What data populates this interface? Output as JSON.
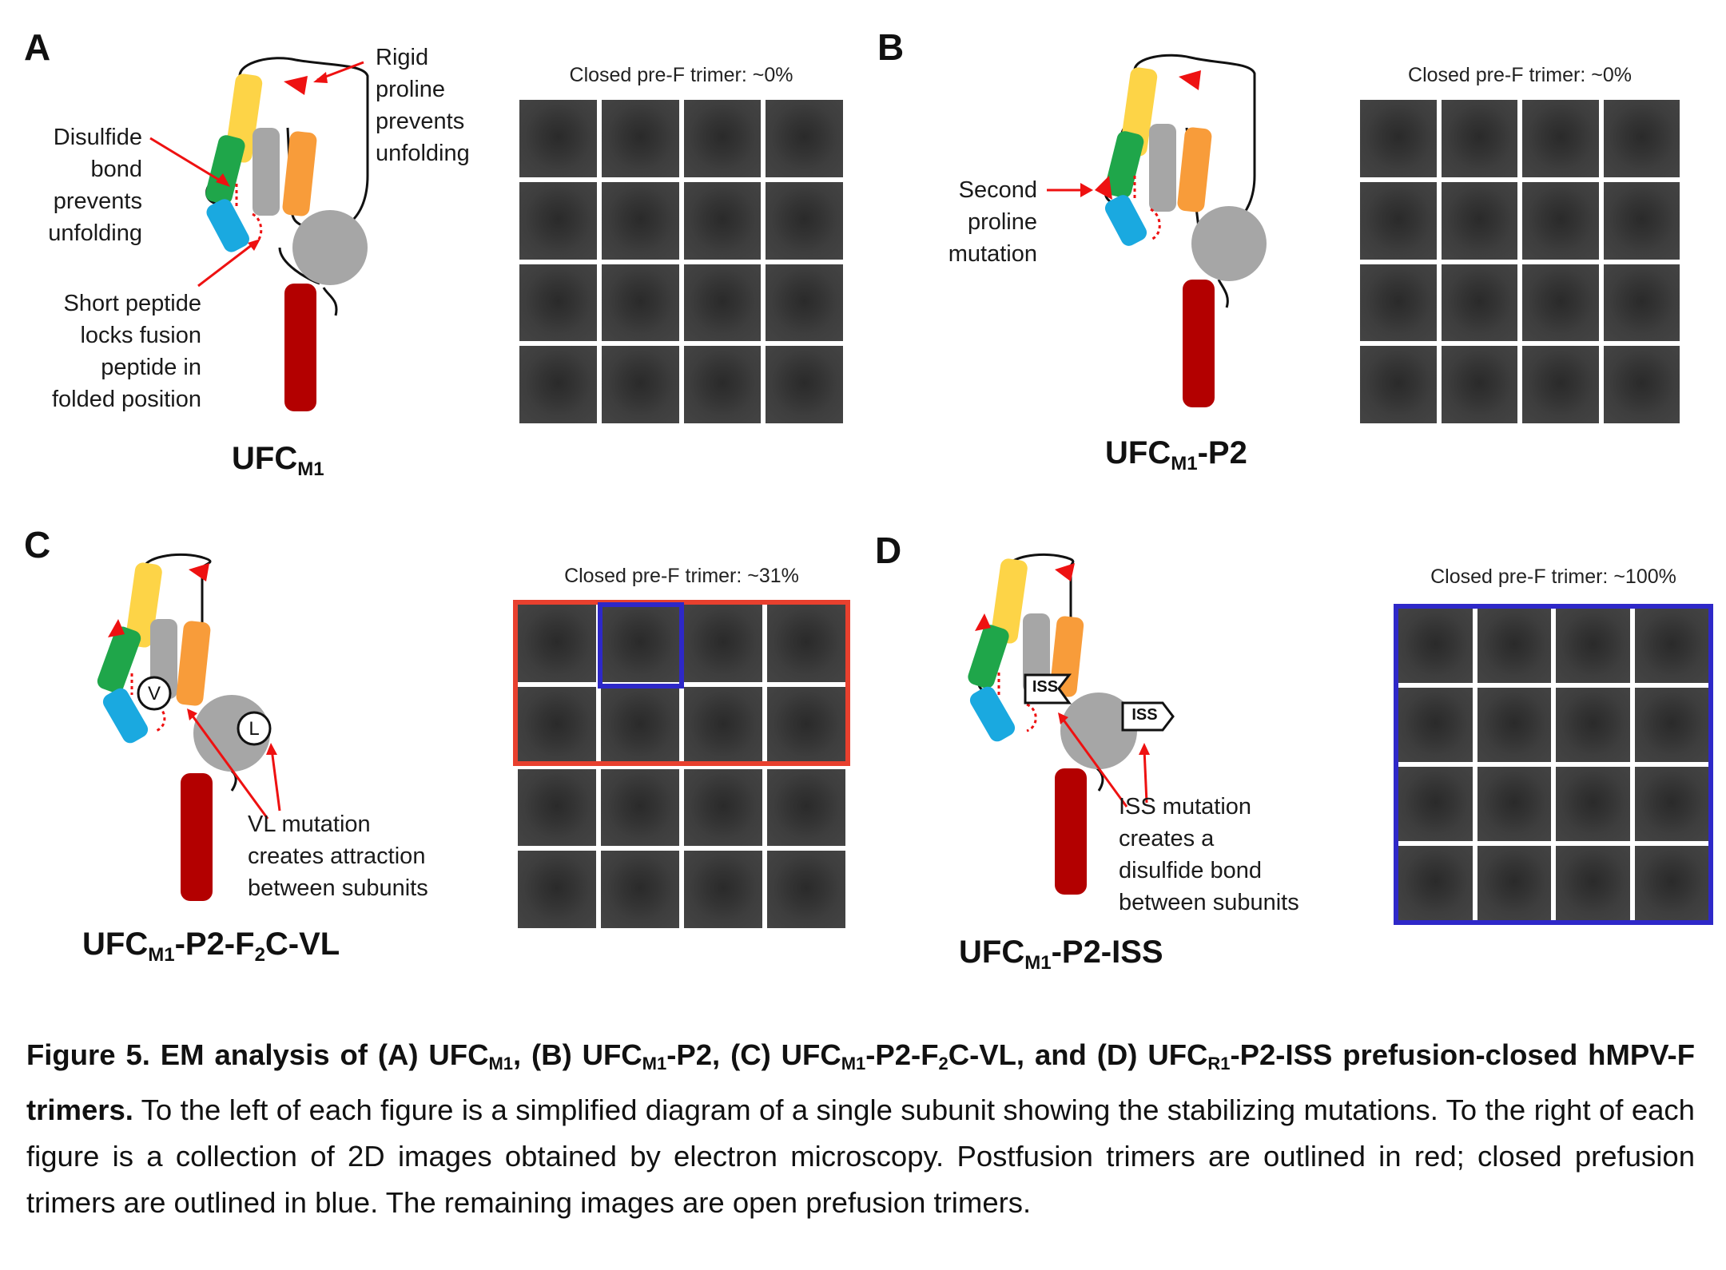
{
  "panels": {
    "A": {
      "letter": "A",
      "construct": {
        "base": "UFC",
        "sub": "M1",
        "suffix": ""
      },
      "annotations": {
        "rigid": [
          "Rigid",
          "proline",
          "prevents",
          "unfolding"
        ],
        "disulfide": [
          "Disulfide",
          "bond",
          "prevents",
          "unfolding"
        ],
        "peptide": [
          "Short peptide",
          "locks fusion",
          "peptide  in",
          "folded position"
        ]
      },
      "grid_title": "Closed pre-F trimer: ~0%"
    },
    "B": {
      "letter": "B",
      "construct": {
        "base": "UFC",
        "sub": "M1",
        "suffix": "-P2"
      },
      "annotations": {
        "proline": [
          "Second",
          "proline",
          "mutation"
        ]
      },
      "grid_title": "Closed pre-F trimer: ~0%"
    },
    "C": {
      "letter": "C",
      "construct": {
        "base": "UFC",
        "sub": "M1",
        "suffix": "-P2-F",
        "sub2": "2",
        "suffix2": "C-VL"
      },
      "annotations": {
        "vl": [
          "VL mutation",
          "creates attraction",
          "between subunits"
        ],
        "v_label": "V",
        "l_label": "L"
      },
      "grid_title": "Closed pre-F trimer: ~31%"
    },
    "D": {
      "letter": "D",
      "construct": {
        "base": "UFC",
        "sub": "M1",
        "suffix": "-P2-ISS"
      },
      "annotations": {
        "iss": [
          "ISS mutation",
          "creates a",
          "disulfide bond",
          "between subunits"
        ],
        "iss_tag": "ISS"
      },
      "grid_title": "Closed pre-F trimer: ~100%"
    }
  },
  "colors": {
    "yellow": "#fdd447",
    "green": "#1fa64a",
    "gray": "#a6a6a6",
    "orange": "#f89c3a",
    "blue": "#1aa9e0",
    "red_helix": "#b30000",
    "arrow_red": "#ee1111",
    "outline_red": "#e8402e",
    "outline_blue": "#2e28c8"
  },
  "caption": {
    "bold_parts": [
      "Figure 5. EM analysis of (A) UFC",
      "M1",
      ", (B) UFC",
      "M1",
      "-P2, (C) UFC",
      "M1",
      "-P2-F",
      "2",
      "C-VL, and (D) UFC",
      "R1",
      "-P2-ISS prefusion-closed hMPV-F trimers."
    ],
    "normal": " To the left of each figure is a simplified diagram of a single subunit showing the stabilizing mutations. To the right of each figure is a collection of 2D images obtained by electron microscopy. Postfusion trimers are outlined in red; closed prefusion trimers are outlined in blue. The remaining images are open prefusion trimers."
  }
}
